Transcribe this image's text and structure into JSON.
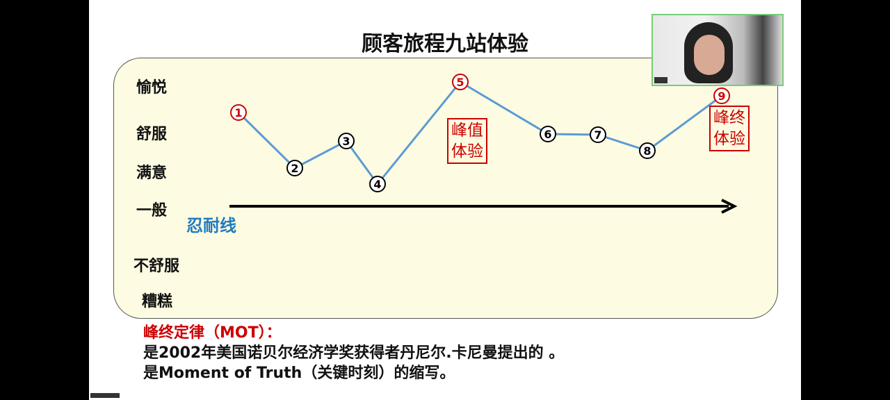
{
  "slide": {
    "title": "顾客旅程九站体验",
    "levels": [
      "愉悦",
      "舒服",
      "满意",
      "一般",
      "不舒服",
      "糟糕"
    ],
    "tolerance_line_label": "忍耐线",
    "stations": [
      "1",
      "2",
      "3",
      "4",
      "5",
      "6",
      "7",
      "8",
      "9"
    ],
    "highlighted_stations": [
      "1",
      "5",
      "9"
    ],
    "peak_label": [
      "峰值",
      "体验"
    ],
    "end_label": [
      "峰终",
      "体验"
    ],
    "notes": {
      "heading": "峰终定律（MOT）：",
      "line1": "是2002年美国诺贝尔经济学奖获得者丹尼尔.卡尼曼提出的 。",
      "line2": "是Moment of Truth（关键时刻）的缩写。"
    }
  },
  "colors": {
    "line": "#5b9bd5",
    "highlight": "#cc0000",
    "tolerance": "#1f7ac0",
    "box_fill": "#fdfbe1"
  }
}
